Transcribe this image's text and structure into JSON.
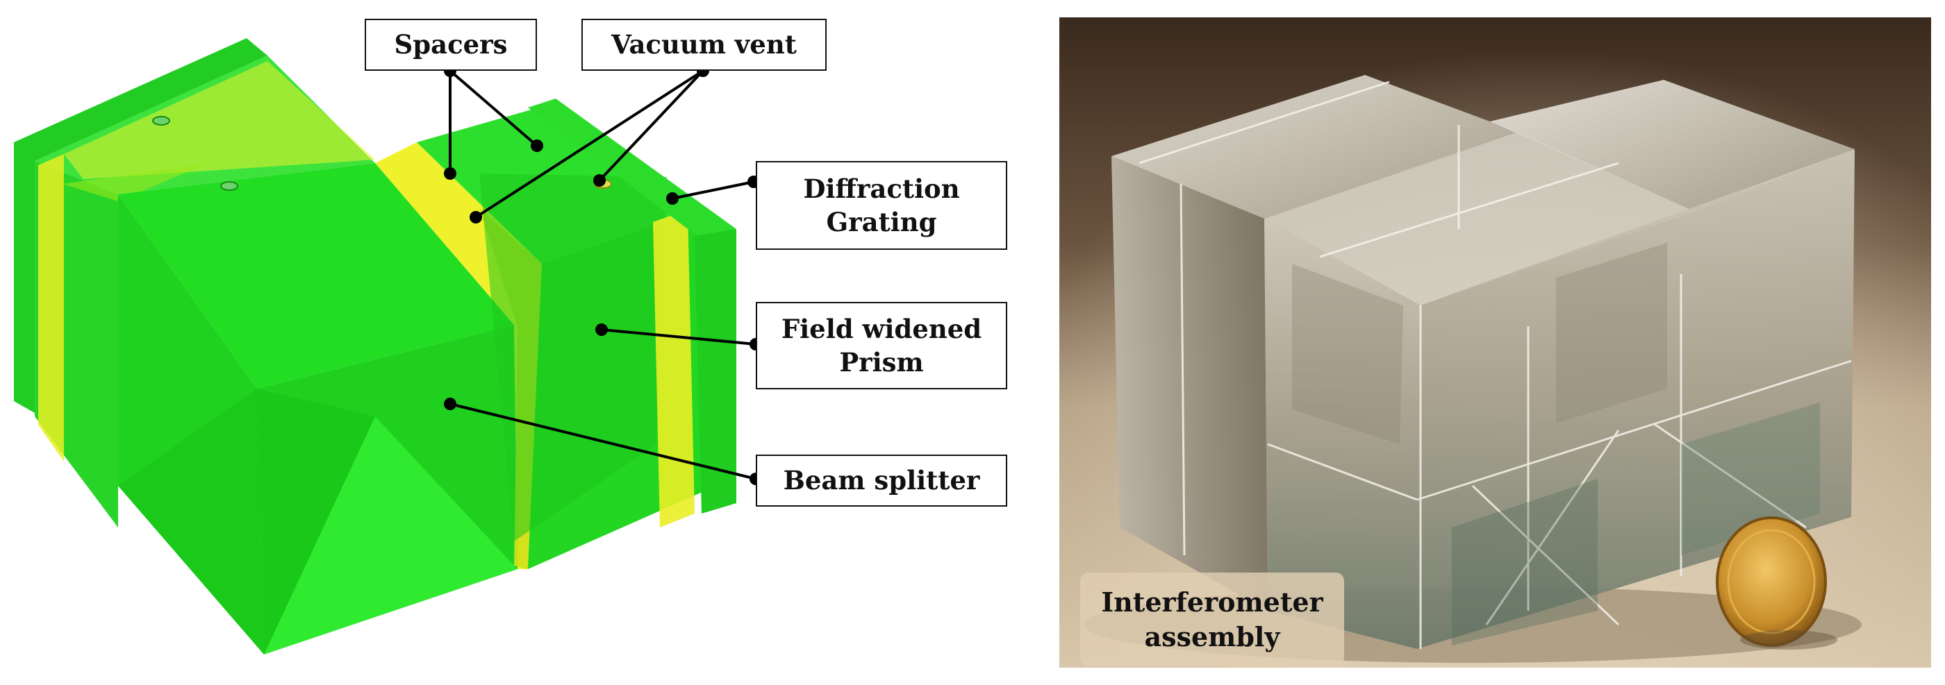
{
  "left_panel": {
    "labels": {
      "spacers": "Spacers",
      "vacuum_vent": "Vacuum vent",
      "diffraction_grating": [
        "Diffraction",
        "Grating"
      ],
      "field_widened_prism": [
        "Field widened",
        "Prism"
      ],
      "beam_splitter": "Beam splitter"
    }
  },
  "right_panel": {
    "caption": [
      "Interferometer",
      "assembly"
    ]
  },
  "colors": {
    "green": "#22dd22",
    "yellow": "#f0f020",
    "leader": "#000000"
  }
}
